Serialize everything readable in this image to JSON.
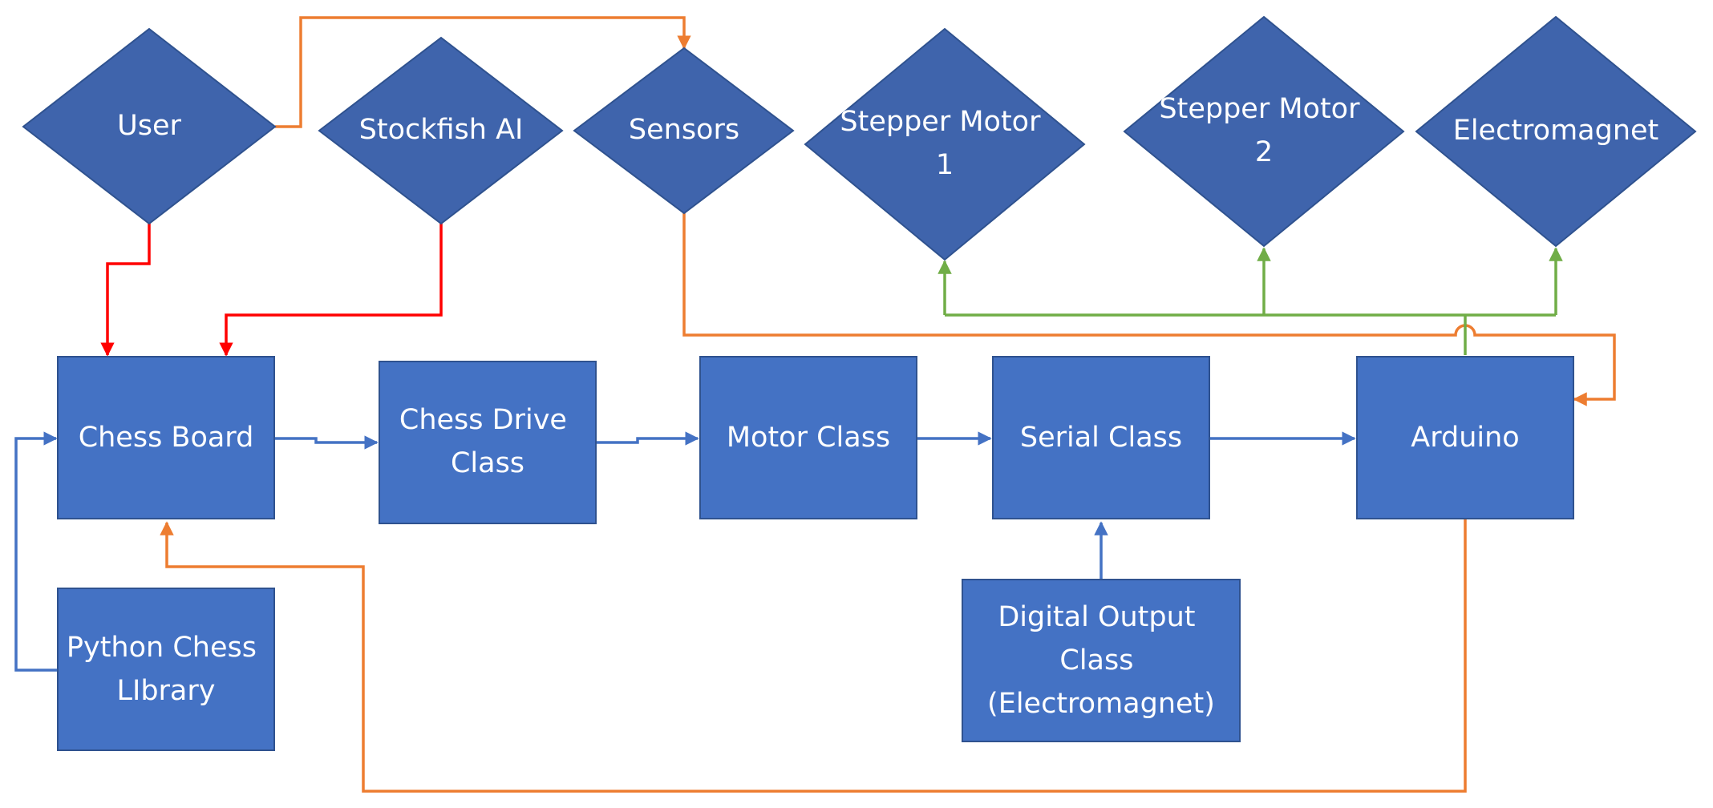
{
  "nodes": {
    "user": {
      "lines": [
        "User"
      ]
    },
    "stockfish": {
      "lines": [
        "Stockfish AI"
      ]
    },
    "sensors": {
      "lines": [
        "Sensors"
      ]
    },
    "stepper1": {
      "lines": [
        "Stepper Motor",
        "1"
      ]
    },
    "stepper2": {
      "lines": [
        "Stepper Motor",
        "2"
      ]
    },
    "electromagnet": {
      "lines": [
        "Electromagnet"
      ]
    },
    "chess_board": {
      "lines": [
        "Chess Board"
      ]
    },
    "chess_drive": {
      "lines": [
        "Chess Drive",
        "Class"
      ]
    },
    "motor_class": {
      "lines": [
        "Motor Class"
      ]
    },
    "serial_class": {
      "lines": [
        "Serial Class"
      ]
    },
    "arduino": {
      "lines": [
        "Arduino"
      ]
    },
    "python_chess": {
      "lines": [
        "Python Chess",
        "LIbrary"
      ]
    },
    "digital_output": {
      "lines": [
        "Digital Output",
        "Class",
        "(Electromagnet)"
      ]
    }
  },
  "colors": {
    "diamond_fill": "#3F64AC",
    "box_fill": "#4472C4",
    "text": "#FFFFFF",
    "blue_line": "#4472C4",
    "orange_line": "#ED7D31",
    "red_line": "#FF0000",
    "green_line": "#70AD47"
  }
}
